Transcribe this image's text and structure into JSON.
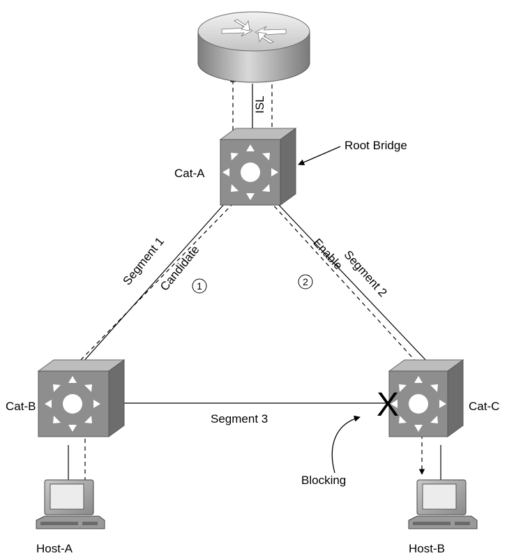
{
  "labels": {
    "isl": "ISL",
    "root_bridge": "Root Bridge",
    "cat_a": "Cat-A",
    "cat_b": "Cat-B",
    "cat_c": "Cat-C",
    "segment_1": "Segment 1",
    "segment_2": "Segment 2",
    "segment_3": "Segment 3",
    "candidate": "Candidate",
    "enable": "Enable",
    "step_1": "1",
    "step_2": "2",
    "blocking": "Blocking",
    "blocked_mark": "X",
    "host_a": "Host-A",
    "host_b": "Host-B"
  },
  "icons": {
    "router": "router-icon",
    "switch": "switch-icon",
    "host": "workstation-icon"
  },
  "colors": {
    "line": "#000000",
    "switch_front": "#8e8e8e",
    "switch_top": "#b5b5b5",
    "switch_side": "#6a6a6a",
    "router_body": "#9c9c9c"
  }
}
